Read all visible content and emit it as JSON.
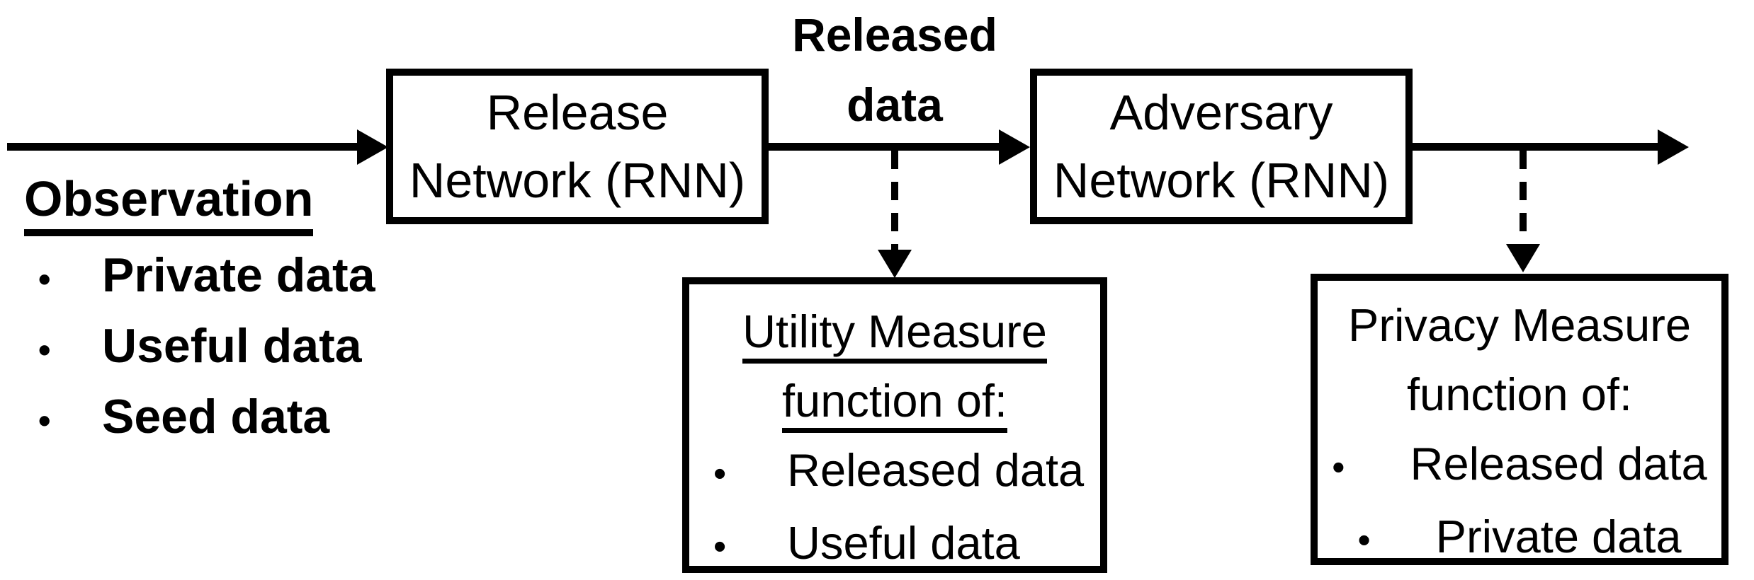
{
  "colors": {
    "ink": "#000000",
    "background": "#ffffff"
  },
  "glyphs": {
    "bullet": "•"
  },
  "observation": {
    "title": "Observation",
    "items": [
      "Private data",
      "Useful data",
      "Seed data"
    ]
  },
  "release_network_box": {
    "line1": "Release",
    "line2": "Network (RNN)"
  },
  "released_data_label": {
    "line1": "Released",
    "line2": "data"
  },
  "adversary_network_box": {
    "line1": "Adversary",
    "line2": "Network (RNN)"
  },
  "utility_measure_box": {
    "title_line1": "Utility Measure",
    "title_line2": "function of:",
    "items": [
      "Released data",
      "Useful data"
    ]
  },
  "privacy_measure_box": {
    "title_line1": "Privacy Measure",
    "title_line2": "function of:",
    "items": [
      "Released data",
      "Private data"
    ]
  }
}
